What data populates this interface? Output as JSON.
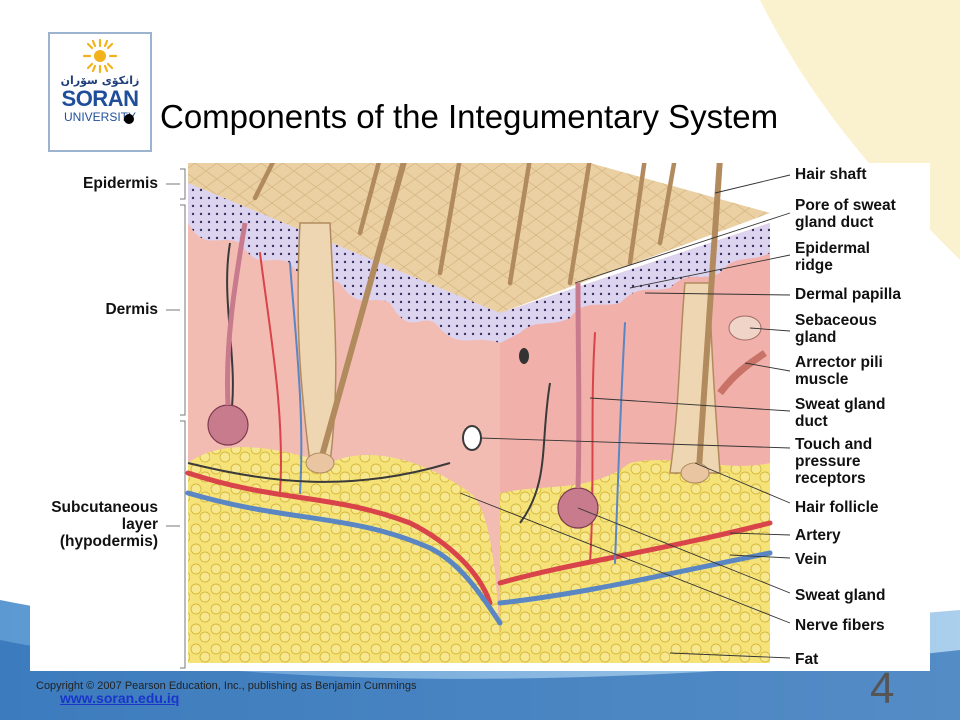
{
  "slide": {
    "title": "Components of the Integumentary System",
    "page_number": "4",
    "url": "www.soran.edu.iq",
    "copyright": "Copyright © 2007 Pearson Education, Inc., publishing as Benjamin Cummings"
  },
  "logo": {
    "arabic": "زانكۆی سۆران",
    "name": "SORAN",
    "subtitle": "UNIVERSITY"
  },
  "layers": {
    "epidermis": "Epidermis",
    "dermis": "Dermis",
    "subcutaneous": [
      "Subcutaneous",
      "layer",
      "(hypodermis)"
    ]
  },
  "labels": {
    "hair_shaft": [
      "Hair shaft"
    ],
    "pore": [
      "Pore of sweat",
      "gland duct"
    ],
    "epidermal_ridge": [
      "Epidermal",
      "ridge"
    ],
    "dermal_papilla": [
      "Dermal papilla"
    ],
    "sebaceous": [
      "Sebaceous",
      "gland"
    ],
    "arrector": [
      "Arrector pili",
      "muscle"
    ],
    "sweat_duct": [
      "Sweat gland",
      "duct"
    ],
    "touch": [
      "Touch and",
      "pressure",
      "receptors"
    ],
    "hair_follicle": [
      "Hair follicle"
    ],
    "artery": [
      "Artery"
    ],
    "vein": [
      "Vein"
    ],
    "sweat_gland": [
      "Sweat gland"
    ],
    "nerve": [
      "Nerve fibers"
    ],
    "fat": [
      "Fat"
    ]
  },
  "colors": {
    "accent_blue": "#1f4e9a",
    "epidermis": "#e8c997",
    "dermis": "#f2b9b3",
    "fat": "#f3dc55",
    "artery": "#d9434a",
    "vein": "#5a86c4",
    "nerve": "#3a3a3a"
  }
}
